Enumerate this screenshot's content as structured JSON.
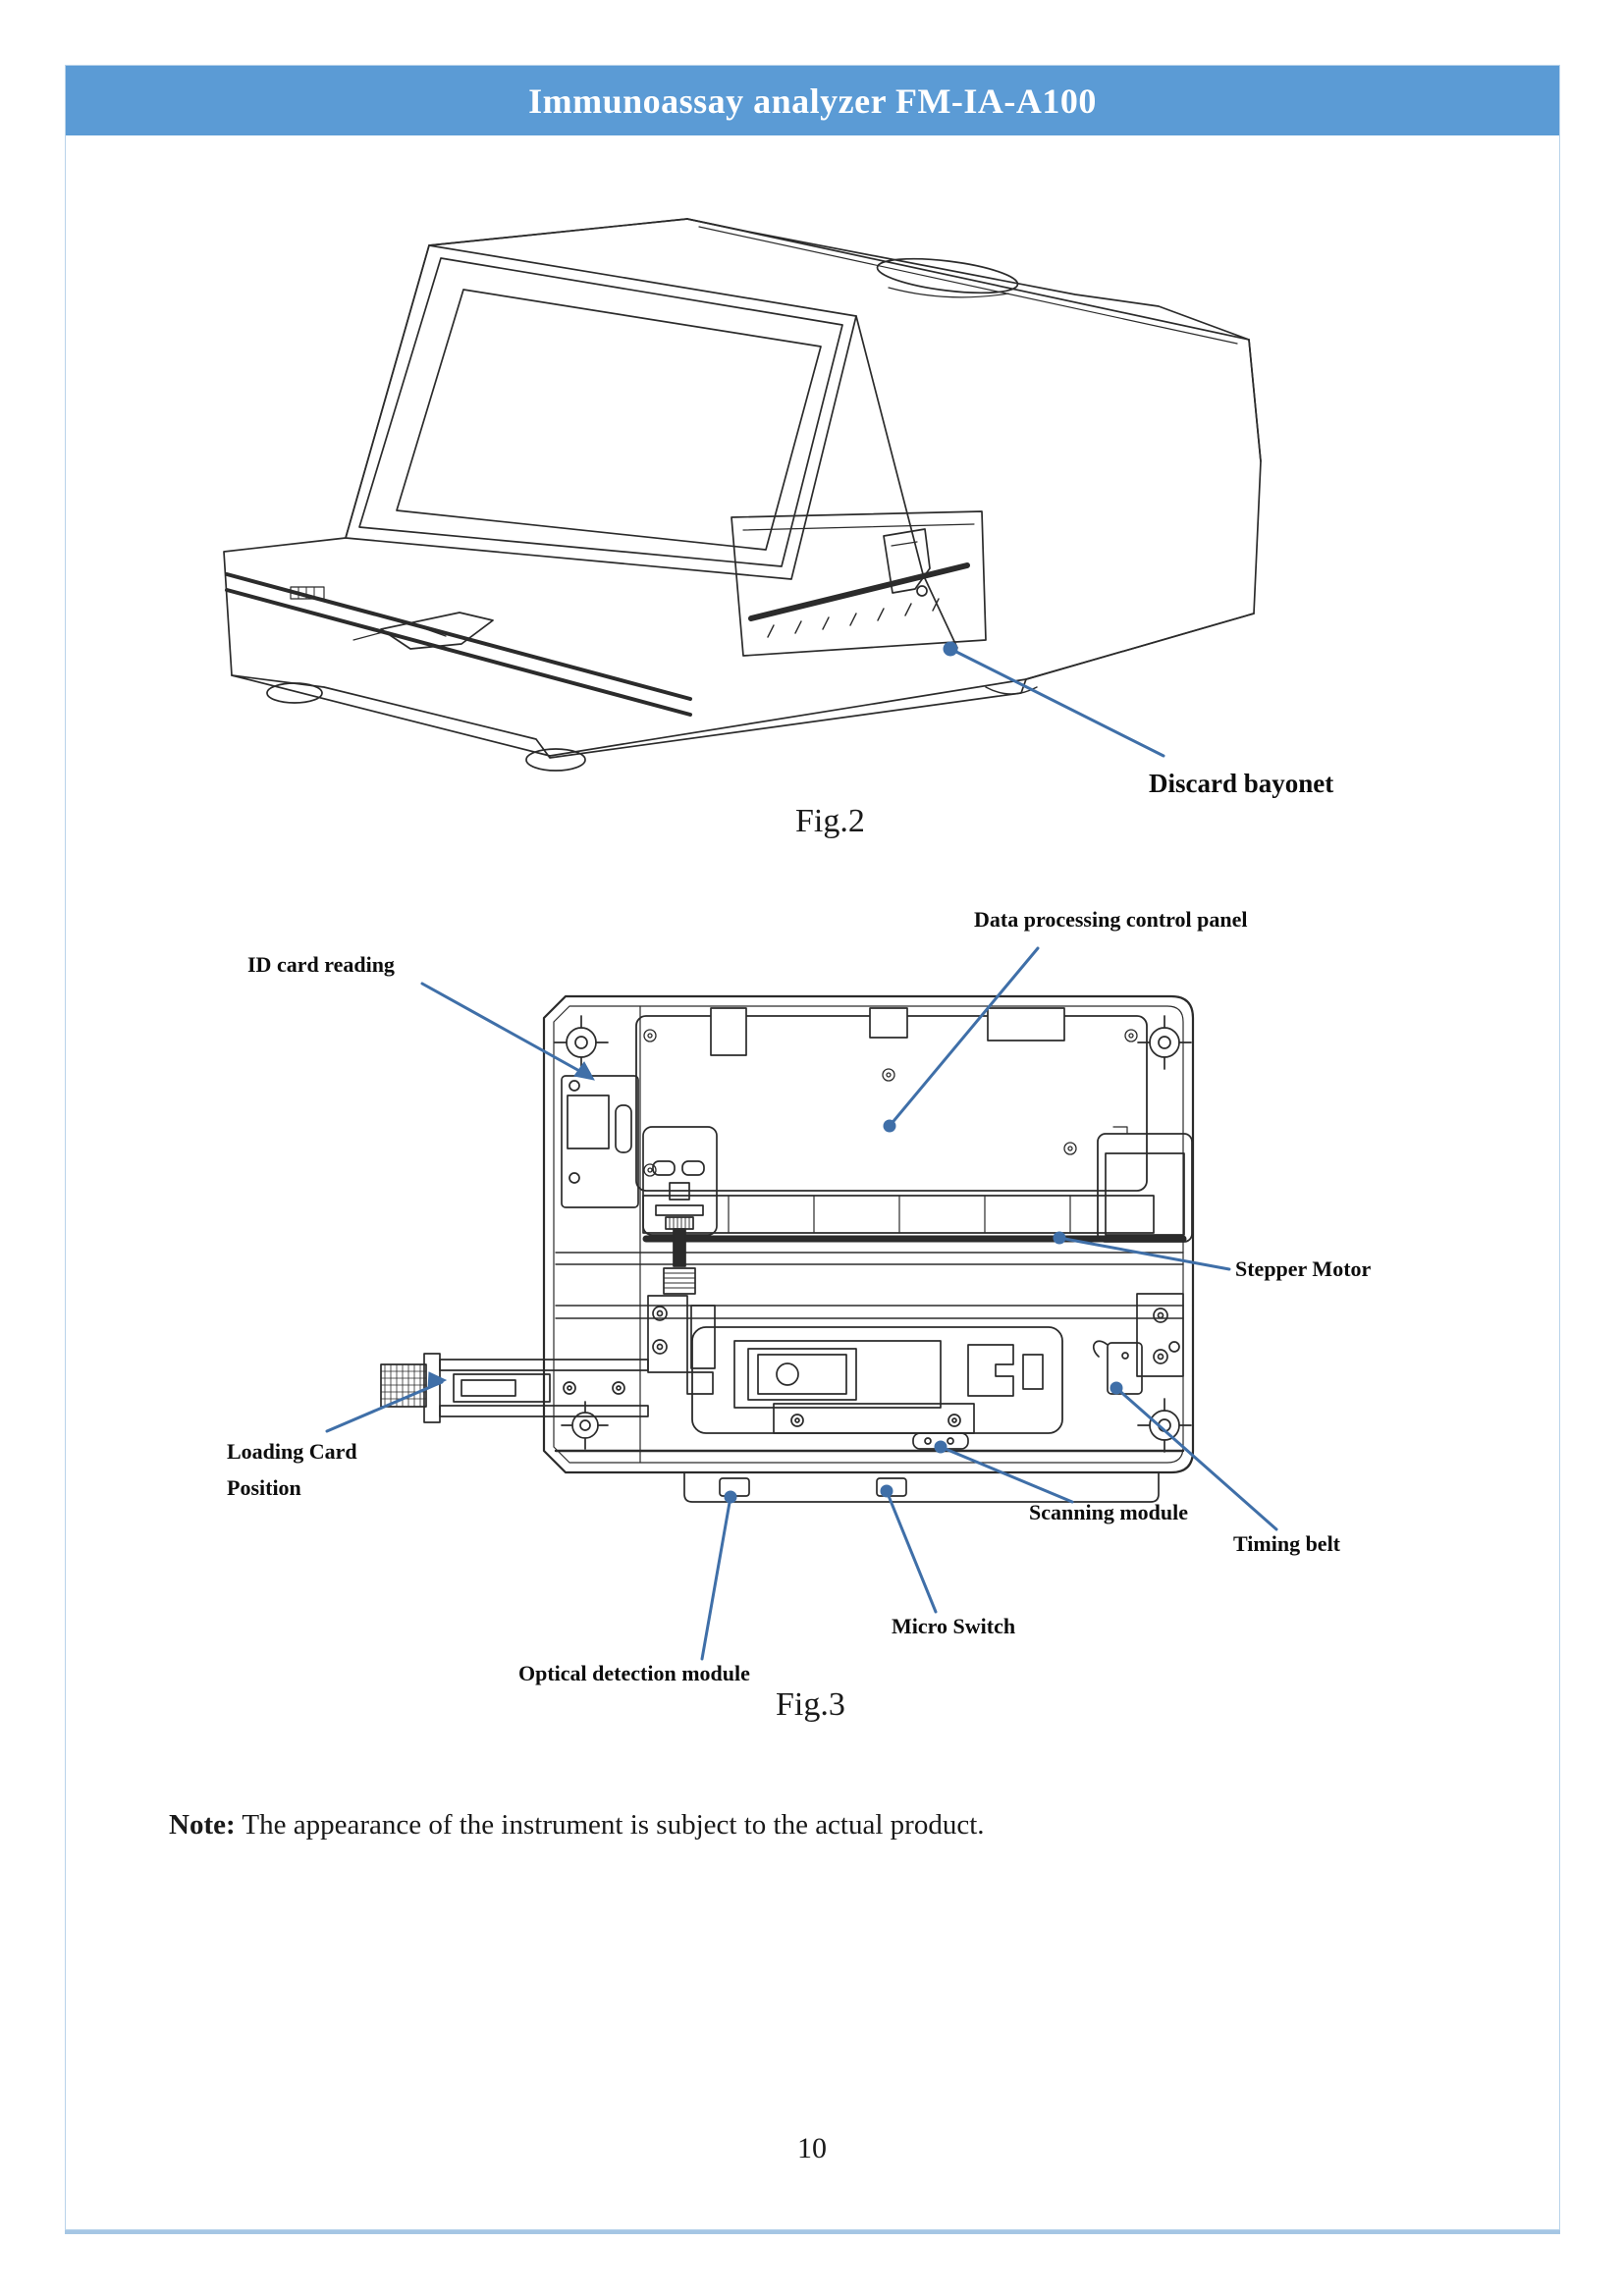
{
  "page": {
    "header": {
      "title": "Immunoassay analyzer FM-IA-A100",
      "bg_color": "#5b9bd5",
      "text_color": "#ffffff"
    },
    "fig2": {
      "caption": "Fig.2",
      "labels": {
        "discard_bayonet": "Discard bayonet"
      }
    },
    "fig3": {
      "caption": "Fig.3",
      "labels": {
        "id_card_reading": "ID card reading",
        "data_processing_control_panel": "Data processing control panel",
        "stepper_motor": "Stepper Motor",
        "loading_card_line1": "Loading Card",
        "loading_card_line2": "Position",
        "scanning_module": "Scanning module",
        "timing_belt": "Timing belt",
        "micro_switch": "Micro Switch",
        "optical_detection_module": "Optical detection module"
      }
    },
    "note": {
      "label": "Note:",
      "text": " The appearance of the instrument is subject to the actual product."
    },
    "page_number": "10",
    "accent_color": "#3f6fa8"
  }
}
